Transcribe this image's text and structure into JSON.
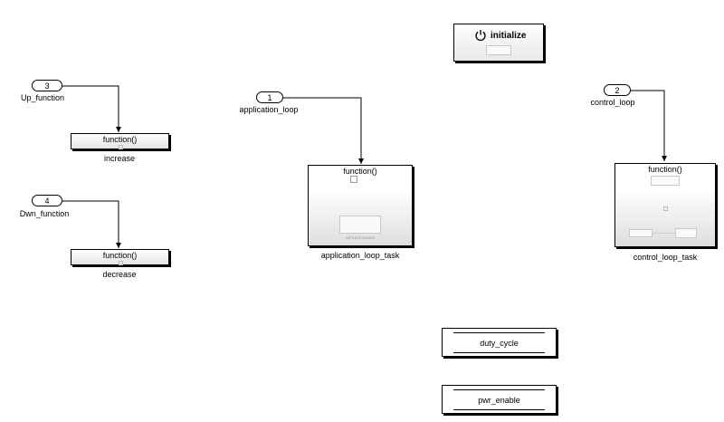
{
  "inports": [
    {
      "number": "3",
      "name": "Up_function"
    },
    {
      "number": "4",
      "name": "Dwn_function"
    },
    {
      "number": "1",
      "name": "application_loop"
    },
    {
      "number": "2",
      "name": "control_loop"
    }
  ],
  "blocks": {
    "increase": {
      "title": "function()",
      "name": "increase"
    },
    "decrease": {
      "title": "function()",
      "name": "decrease"
    },
    "application_loop_task": {
      "title": "function()",
      "name": "application_loop_task",
      "inner_label": "SETLEDTOGGLE"
    },
    "control_loop_task": {
      "title": "function()",
      "name": "control_loop_task"
    }
  },
  "initialize": {
    "label": "initialize",
    "icon": "power-icon"
  },
  "data_stores": [
    {
      "name": "duty_cycle"
    },
    {
      "name": "pwr_enable"
    }
  ]
}
